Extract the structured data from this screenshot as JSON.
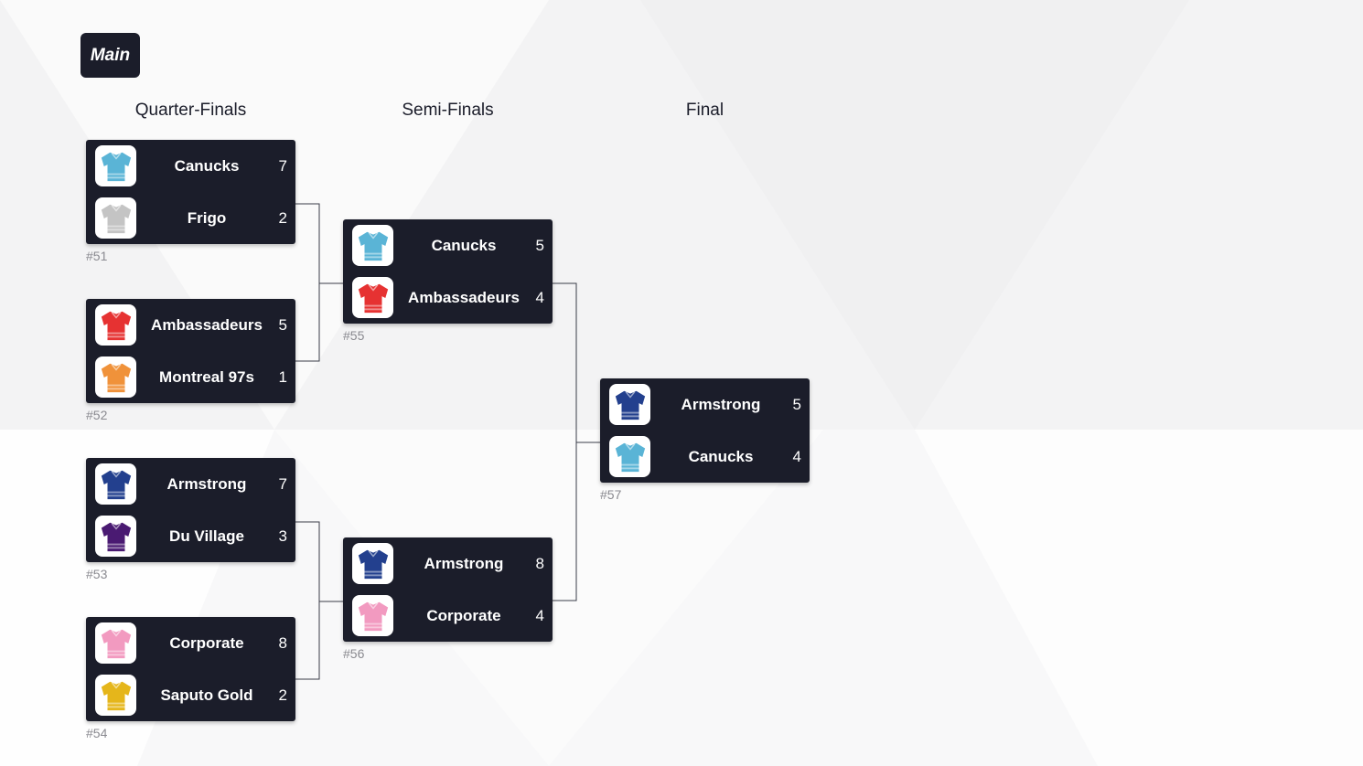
{
  "main_button": "Main",
  "rounds": [
    "Quarter-Finals",
    "Semi-Finals",
    "Final"
  ],
  "matches": [
    {
      "id": "#51",
      "teams": [
        {
          "name": "Canucks",
          "score": "7",
          "jersey": "#5ab4d6"
        },
        {
          "name": "Frigo",
          "score": "2",
          "jersey": "#c4c4c4"
        }
      ]
    },
    {
      "id": "#52",
      "teams": [
        {
          "name": "Ambassadeurs",
          "score": "5",
          "jersey": "#e63232"
        },
        {
          "name": "Montreal 97s",
          "score": "1",
          "jersey": "#f0923a"
        }
      ]
    },
    {
      "id": "#53",
      "teams": [
        {
          "name": "Armstrong",
          "score": "7",
          "jersey": "#23408e"
        },
        {
          "name": "Du Village",
          "score": "3",
          "jersey": "#4a1a72"
        }
      ]
    },
    {
      "id": "#54",
      "teams": [
        {
          "name": "Corporate",
          "score": "8",
          "jersey": "#f29ac0"
        },
        {
          "name": "Saputo Gold",
          "score": "2",
          "jersey": "#e5b61b"
        }
      ]
    },
    {
      "id": "#55",
      "teams": [
        {
          "name": "Canucks",
          "score": "5",
          "jersey": "#5ab4d6"
        },
        {
          "name": "Ambassadeurs",
          "score": "4",
          "jersey": "#e63232"
        }
      ]
    },
    {
      "id": "#56",
      "teams": [
        {
          "name": "Armstrong",
          "score": "8",
          "jersey": "#23408e"
        },
        {
          "name": "Corporate",
          "score": "4",
          "jersey": "#f29ac0"
        }
      ]
    },
    {
      "id": "#57",
      "teams": [
        {
          "name": "Armstrong",
          "score": "5",
          "jersey": "#23408e"
        },
        {
          "name": "Canucks",
          "score": "4",
          "jersey": "#5ab4d6"
        }
      ]
    }
  ],
  "icons": {
    "team": "jersey-icon"
  },
  "colors": {
    "card": "#1b1d2a",
    "text": "#ffffff",
    "muted": "#8a8a90"
  }
}
